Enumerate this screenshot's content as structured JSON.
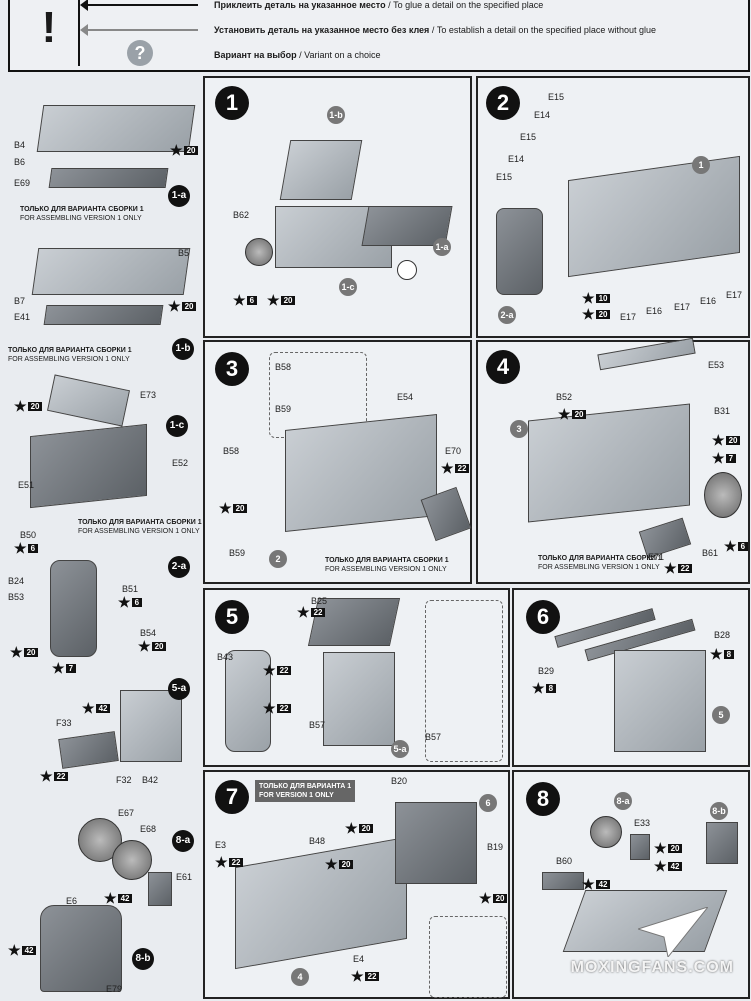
{
  "legend": {
    "glue_ru": "Приклеить деталь на указанное место",
    "glue_en": "/ To glue a detail on the specified place",
    "noglue_ru": "Установить деталь на указанное место без клея",
    "noglue_en": "/ To establish a detail on the specified place without glue",
    "variant_ru": "Вариант на выбор",
    "variant_en": "/ Variant on a choice",
    "warn_symbol": "!",
    "q_symbol": "?"
  },
  "version_note": {
    "ru": "ТОЛЬКО ДЛЯ ВАРИАНТА СБОРКИ 1",
    "en": "FOR ASSEMBLING VERSION  1 ONLY"
  },
  "version_note_short": {
    "ru": "ТОЛЬКО ДЛЯ ВАРИАНТА 1",
    "en": "FOR VERSION  1 ONLY"
  },
  "steps": [
    "1",
    "2",
    "3",
    "4",
    "5",
    "6",
    "7",
    "8"
  ],
  "subs": [
    "1-a",
    "1-b",
    "1-c",
    "2-a",
    "5-a",
    "8-a",
    "8-b"
  ],
  "labels": {
    "b4": "B4",
    "b6": "B6",
    "e69": "E69",
    "b5": "B5",
    "b7": "B7",
    "e41": "E41",
    "e73": "E73",
    "e51": "E51",
    "e52": "E52",
    "b50": "B50",
    "b24": "B24",
    "b53": "B53",
    "b51": "B51",
    "b54": "B54",
    "f33": "F33",
    "f32": "F32",
    "b42": "B42",
    "e67": "E67",
    "e68": "E68",
    "e61": "E61",
    "e6": "E6",
    "e79": "E79",
    "b62": "B62",
    "e15a": "E15",
    "e14a": "E14",
    "e15b": "E15",
    "e14b": "E14",
    "e15c": "E15",
    "e17a": "E17",
    "e16a": "E16",
    "e17b": "E17",
    "e16b": "E16",
    "e17c": "E17",
    "b58a": "B58",
    "b59a": "B59",
    "e54": "E54",
    "b58b": "B58",
    "b59b": "B59",
    "e70": "E70",
    "e53": "E53",
    "b52": "B52",
    "b31": "B31",
    "e71": "E71",
    "b61": "B61",
    "b25": "B25",
    "b43": "B43",
    "b57a": "B57",
    "b57b": "B57",
    "b29": "B29",
    "b28": "B28",
    "b20": "B20",
    "e3": "E3",
    "b48": "B48",
    "b19": "B19",
    "e4": "E4",
    "e33": "E33",
    "b60": "B60"
  },
  "callouts": {
    "c1b": "1-b",
    "c1a": "1-a",
    "c1c": "1-c",
    "c1": "1",
    "c2a": "2-a",
    "c3": "3",
    "c2": "2",
    "c5": "5",
    "c5a": "5-a",
    "c6": "6",
    "c4": "4",
    "c8a": "8-a",
    "c8b": "8-b"
  },
  "paints": {
    "p20": "20",
    "p6": "6",
    "p7": "7",
    "p42": "42",
    "p22": "22",
    "p10": "10",
    "p8": "8"
  },
  "watermark": "MOXINGFANS.COM",
  "colors": {
    "panel_bg": "#eef1f4",
    "ink": "#111111"
  }
}
